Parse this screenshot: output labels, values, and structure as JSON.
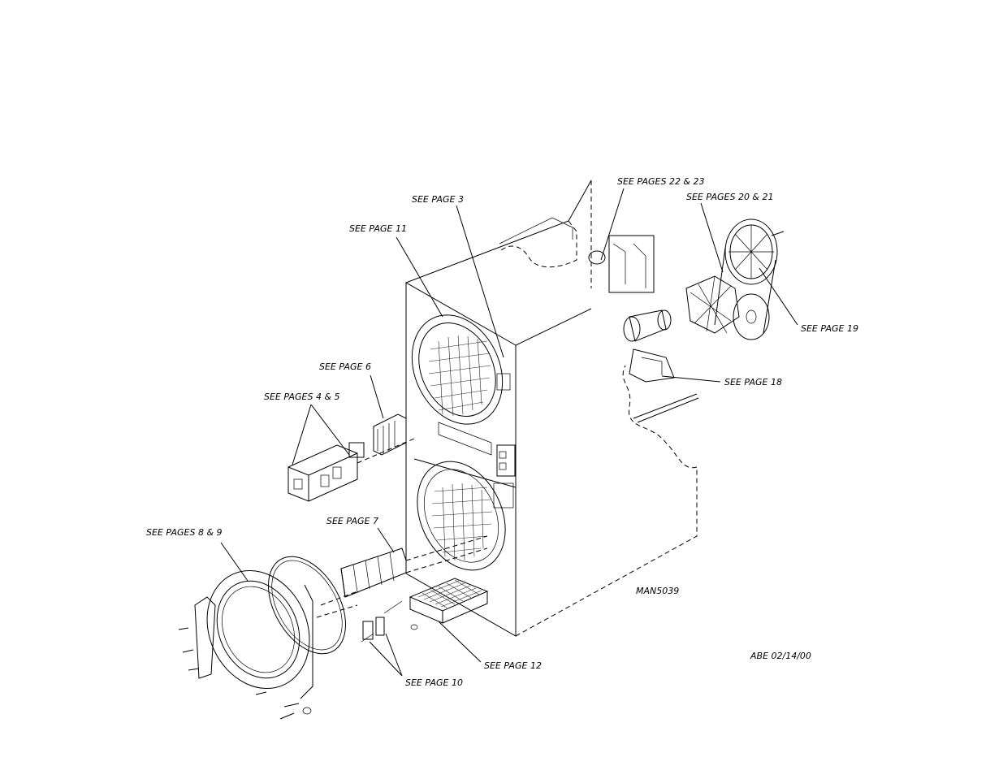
{
  "callouts": {
    "p22_23": "SEE PAGES 22 & 23",
    "p3": "SEE PAGE 3",
    "p20_21": "SEE PAGES 20 & 21",
    "p11": "SEE PAGE 11",
    "p19": "SEE PAGE 19",
    "p6": "SEE PAGE 6",
    "p18": "SEE PAGE 18",
    "p4_5": "SEE PAGES 4 & 5",
    "p7": "SEE PAGE 7",
    "p8_9": "SEE PAGES 8 & 9",
    "p12": "SEE PAGE 12",
    "p10": "SEE PAGE 10"
  },
  "drawing_number": "MAN5039",
  "revision_stamp": "ABE 02/14/00",
  "colors": {
    "ink": "#000000",
    "paper": "#ffffff"
  }
}
